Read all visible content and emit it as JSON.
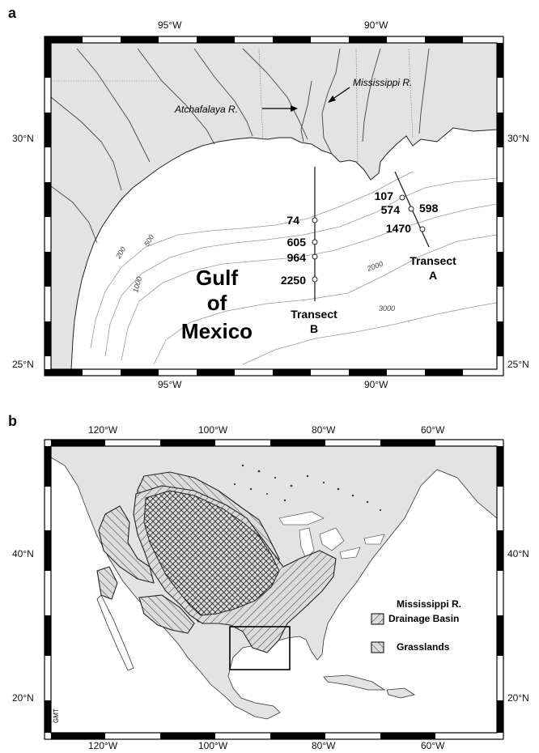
{
  "panel_a": {
    "letter": "a",
    "lon_ticks": [
      "95°W",
      "90°W"
    ],
    "lat_ticks": [
      "30°N",
      "25°N"
    ],
    "rivers": [
      "Atchafalaya R.",
      "Mississippi R."
    ],
    "sea_name": [
      "Gulf",
      "of",
      "Mexico"
    ],
    "transect_a": {
      "label": [
        "Transect",
        "A"
      ],
      "stations": [
        "107",
        "574",
        "598",
        "1470"
      ]
    },
    "transect_b": {
      "label": [
        "Transect",
        "B"
      ],
      "stations": [
        "74",
        "605",
        "964",
        "2250"
      ]
    },
    "isobaths": [
      "200",
      "500",
      "1000",
      "2000",
      "3000"
    ]
  },
  "panel_b": {
    "letter": "b",
    "lon_ticks": [
      "120°W",
      "100°W",
      "80°W",
      "60°W"
    ],
    "lat_ticks": [
      "40°N",
      "20°N"
    ],
    "legend": {
      "drainage": [
        "Mississippi R.",
        "Drainage Basin"
      ],
      "grasslands": "Grasslands"
    },
    "credit": "GMT"
  },
  "colors": {
    "land": "#e3e3e3",
    "frame": "#000000",
    "line": "#555555"
  }
}
